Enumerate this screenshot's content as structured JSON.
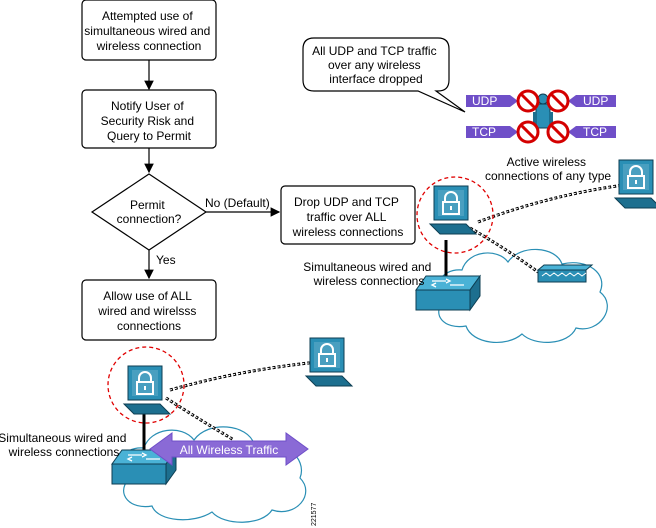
{
  "flowchart": {
    "step1": [
      "Attempted use of",
      "simultaneous wired and",
      "wireless connection"
    ],
    "step2": [
      "Notify User of",
      "Security Risk and",
      "Query to Permit"
    ],
    "decision": [
      "Permit",
      "connection?"
    ],
    "no_label": "No (Default)",
    "yes_label": "Yes",
    "allow": [
      "Allow use of ALL",
      "wired and wirelsss",
      "connections"
    ],
    "drop": [
      "Drop UDP and TCP",
      "traffic over ALL",
      "wireless connections"
    ]
  },
  "callout": [
    "All UDP and TCP traffic",
    "over any wireless",
    "interface dropped"
  ],
  "protocols": {
    "udp_left": "UDP",
    "udp_right": "UDP",
    "tcp_left": "TCP",
    "tcp_right": "TCP"
  },
  "labels": {
    "active_wireless": [
      "Active wireless",
      "connections of any type"
    ],
    "simultaneous_right": [
      "Simultaneous wired and",
      "wireless connections"
    ],
    "simultaneous_left": [
      "Simultaneous wired and",
      "wireless connections"
    ],
    "all_wireless_traffic": "All Wireless Traffic",
    "figure_id": "221577"
  },
  "colors": {
    "laptop": "#2a8fb5",
    "laptop_dark": "#1a5f7a",
    "purple_arrow": "#8a6ad6",
    "protocol_bar": "#6f4fc8",
    "block_red": "#d40000",
    "dashed_circle": "#e00000"
  }
}
